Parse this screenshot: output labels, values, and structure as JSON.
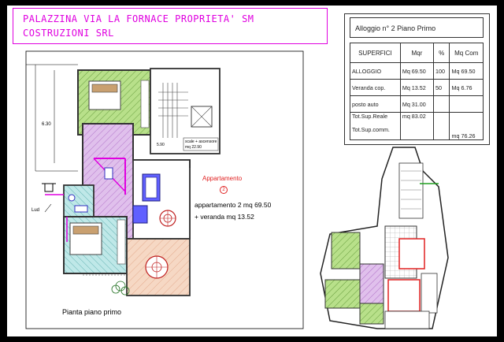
{
  "title": {
    "line1": "PALAZZINA VIA LA FORNACE  PROPRIETA' SM",
    "line2": "COSTRUZIONI SRL"
  },
  "table": {
    "heading": "Alloggio n° 2 Piano Primo",
    "headers": [
      "SUPERFICI",
      "Mqr",
      "%",
      "Mq Com"
    ],
    "rows": [
      [
        "ALLOGGIO",
        "Mq 69.50",
        "100",
        "Mq 69.50"
      ],
      [
        "Veranda cop.",
        "Mq 13.52",
        "50",
        "Mq 6.76"
      ],
      [
        "posto auto",
        "Mq 31.00",
        "",
        ""
      ]
    ],
    "tot_reale_label": "Tot.Sup.Reale",
    "tot_reale_value": "mq 83.02",
    "tot_comm_label": "Tot.Sup.comm.",
    "tot_comm_value": "mq 76.26"
  },
  "plan": {
    "dimension": "6.30",
    "scale_label": "scale + ascensore",
    "scale_area": "mq 22.90",
    "level": "5.90",
    "lud_label": "Lud",
    "apartment_heading": "Appartamento",
    "apartment_number": "2",
    "summary_line1": "appartamento 2 mq 69.50",
    "summary_line2": "+ veranda mq 13.52",
    "caption": "Pianta piano primo"
  },
  "colors": {
    "title": "#e000e0",
    "apartment_heading": "#e02020",
    "bedroom": "#b8e08a",
    "living": "#d8b0e8",
    "bath": "#a8e0e0",
    "veranda": "#f0c8b0"
  }
}
